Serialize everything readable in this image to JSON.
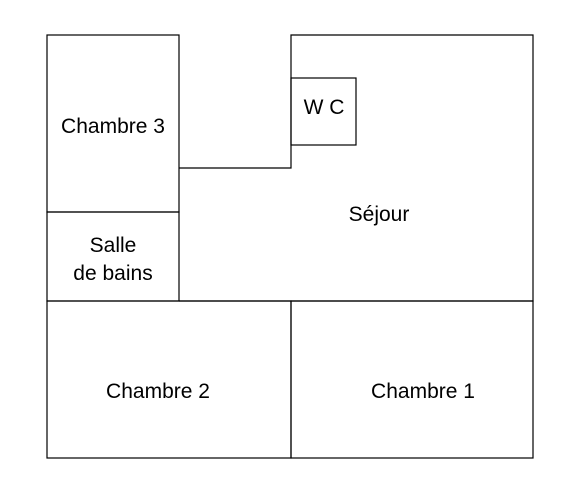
{
  "rooms": {
    "chambre_3": "Chambre 3",
    "wc": "W C",
    "sejour": "Séjour",
    "salle_de_bains_line1": "Salle",
    "salle_de_bains_line2": "de bains",
    "chambre_2": "Chambre 2",
    "chambre_1": "Chambre 1"
  }
}
